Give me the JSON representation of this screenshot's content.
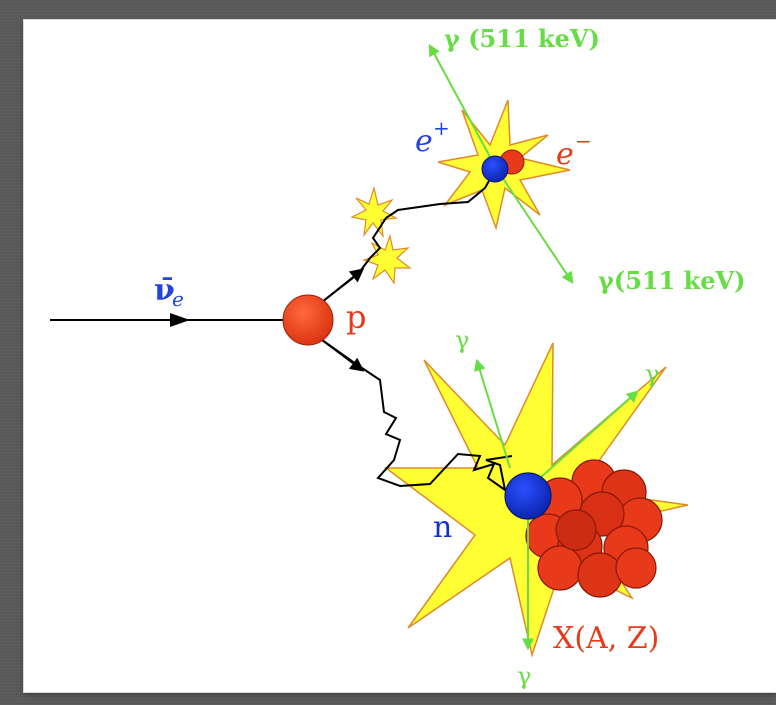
{
  "labels": {
    "antineutrino": "ν̄",
    "antineutrino_sub": "e",
    "proton": "p",
    "neutron": "n",
    "positron": "e",
    "positron_sup": "+",
    "electron": "e",
    "electron_sup": "−",
    "gamma_top": "γ (511 keV)",
    "gamma_bottom": "γ(511 keV)",
    "gamma_capture_left": "γ",
    "gamma_capture_right": "γ",
    "gamma_capture_bottom": "γ",
    "nucleus": "X(A, Z)"
  },
  "colors": {
    "proton": "#e8391a",
    "neutron": "#1133cc",
    "positron_label": "#2244dd",
    "electron_label": "#e8391a",
    "gamma": "#66dd44",
    "star_fill": "#ffff33",
    "star_stroke": "#e08a2a",
    "line": "#000000"
  }
}
